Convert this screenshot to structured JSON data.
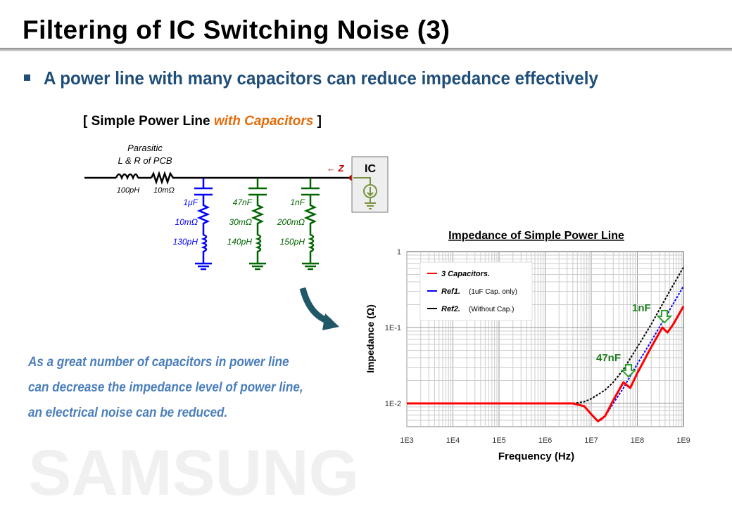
{
  "title": "Filtering of IC Switching Noise (3)",
  "bullet": "A power line with many capacitors can reduce impedance effectively",
  "subtitle": {
    "prefix": "[ Simple Power Line ",
    "highlight": "with Capacitors",
    "suffix": " ]"
  },
  "watermark": "SAMSUNG",
  "circuit": {
    "parasitic_label1": "Parasitic",
    "parasitic_label2": "L & R of PCB",
    "series_L": "100pH",
    "series_R": "10mΩ",
    "z_label": "← Z",
    "ic_label": "IC",
    "branches": [
      {
        "C": "1μF",
        "R": "10mΩ",
        "L": "130pH",
        "color": "#0000ff"
      },
      {
        "C": "47nF",
        "R": "30mΩ",
        "L": "140pH",
        "color": "#006400"
      },
      {
        "C": "1nF",
        "R": "200mΩ",
        "L": "150pH",
        "color": "#006400"
      }
    ]
  },
  "description": [
    "As a great number of capacitors in power line",
    "can decrease the impedance level of power line,",
    "an electrical noise can be reduced."
  ],
  "chart_data": {
    "type": "line",
    "title": "Impedance of  Simple Power Line",
    "xlabel": "Frequency (Hz)",
    "ylabel": "Impedance (Ω)",
    "xscale": "log",
    "yscale": "log",
    "xlim": [
      1000.0,
      1000000000.0
    ],
    "ylim": [
      0.005,
      1
    ],
    "xticks": [
      "1E3",
      "1E4",
      "1E5",
      "1E6",
      "1E7",
      "1E8",
      "1E9"
    ],
    "yticks": [
      "1",
      "1E-1",
      "1E-2"
    ],
    "grid": true,
    "legend_position": "top-left",
    "annotations": [
      "1nF",
      "47nF"
    ],
    "series": [
      {
        "name": "3 Capacitors.",
        "note": "",
        "color": "#ff0000",
        "style": "solid",
        "x": [
          1000.0,
          4000000.0,
          7000000.0,
          10000000.0,
          14000000.0,
          20000000.0,
          30000000.0,
          50000000.0,
          70000000.0,
          100000000.0,
          200000000.0,
          350000000.0,
          450000000.0,
          600000000.0,
          1000000000.0
        ],
        "y": [
          0.01,
          0.01,
          0.0092,
          0.0072,
          0.0058,
          0.0068,
          0.011,
          0.019,
          0.016,
          0.025,
          0.055,
          0.1,
          0.086,
          0.11,
          0.19
        ]
      },
      {
        "name": "Ref1.",
        "note": "(1uF Cap. only)",
        "color": "#0000ff",
        "style": "dashed",
        "x": [
          16000000.0,
          20000000.0,
          30000000.0,
          50000000.0,
          100000000.0,
          200000000.0,
          500000000.0,
          1000000000.0
        ],
        "y": [
          0.006,
          0.0068,
          0.01,
          0.016,
          0.033,
          0.066,
          0.17,
          0.35
        ]
      },
      {
        "name": "Ref2.",
        "note": "(Without Cap.)",
        "color": "#000000",
        "style": "dashed",
        "x": [
          4000000.0,
          7000000.0,
          10000000.0,
          20000000.0,
          30000000.0,
          50000000.0,
          100000000.0,
          200000000.0,
          500000000.0,
          1000000000.0
        ],
        "y": [
          0.01,
          0.0105,
          0.0115,
          0.015,
          0.019,
          0.028,
          0.055,
          0.11,
          0.3,
          0.62
        ]
      }
    ]
  }
}
